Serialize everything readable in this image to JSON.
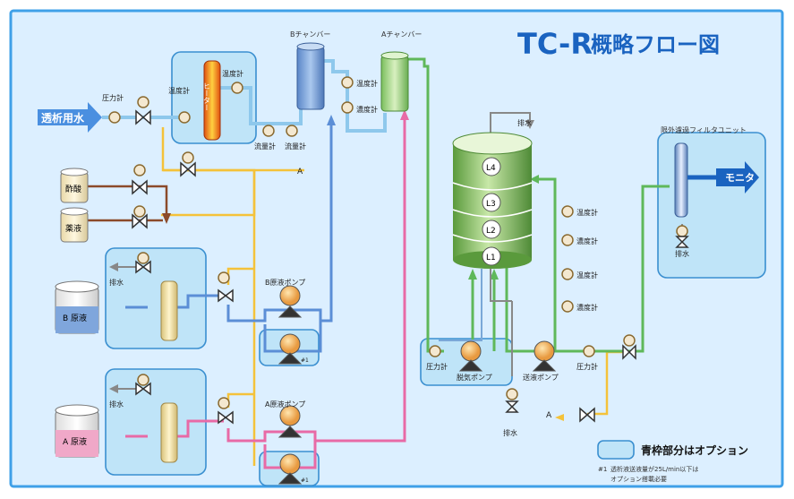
{
  "title": {
    "main": "TC-R",
    "sub": "概略フロー図"
  },
  "inlet": "透析用水",
  "monitor": "モニタ",
  "labels": {
    "pressure_gauge": "圧力計",
    "temp_gauge": "温度計",
    "flow_meter": "流量計",
    "conc_meter": "濃度計",
    "heater": "ヒーター",
    "drain": "排水",
    "a_ref": "A",
    "b_chamber": "Bチャンバー",
    "a_chamber": "Aチャンバー",
    "acetic_acid": "酢酸",
    "chemical": "薬液",
    "b_raw": "B 原液",
    "a_raw": "A 原液",
    "b_pump": "B原液ポンプ",
    "a_pump": "A原液ポンプ",
    "degas_pump": "脱気ポンプ",
    "feed_pump": "送液ポンプ",
    "filter_unit": "限外濾過フィルタユニット",
    "note_mark": "#1",
    "levels": [
      "L4",
      "L3",
      "L2",
      "L1"
    ]
  },
  "legend": {
    "text": "青枠部分はオプション"
  },
  "footnote": {
    "mark": "#1",
    "line1": "透析液送液量が25L/min以下は",
    "line2": "オプション搭載必要"
  },
  "colors": {
    "background": "#dcefff",
    "border": "#3fa0e8",
    "option_box": "#bfe4f8",
    "water_line": "#f4c23a",
    "b_line": "#5b8ed6",
    "a_line": "#e86aa6",
    "green_line": "#5fb85a",
    "chem_line": "#8b4a2a",
    "title_blue": "#1a63c0"
  }
}
